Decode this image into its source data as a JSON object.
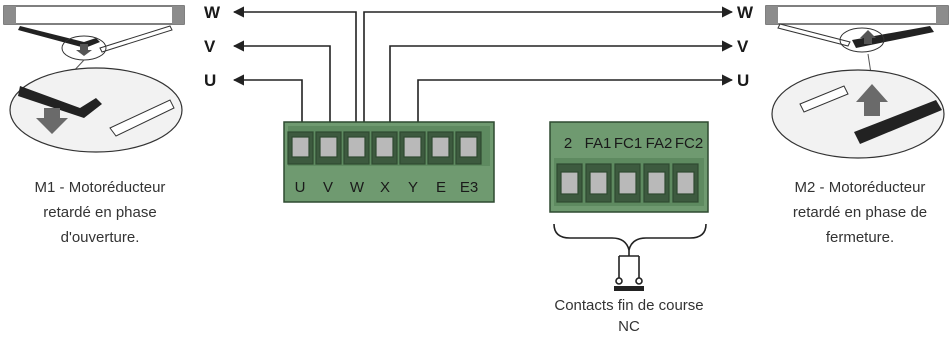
{
  "wire_labels": {
    "w": "W",
    "v": "V",
    "u": "U"
  },
  "left_terminal_block": {
    "terminals": [
      "U",
      "V",
      "W",
      "X",
      "Y",
      "E",
      "E3"
    ]
  },
  "right_terminal_block": {
    "terminals": [
      "2",
      "FA1",
      "FC1",
      "FA2",
      "FC2"
    ]
  },
  "captions": {
    "m1": [
      "M1 - Motoréducteur",
      "retardé en phase",
      "d'ouverture."
    ],
    "m2": [
      "M2 - Motoréducteur",
      "retardé en phase de",
      "fermeture."
    ],
    "contacts": [
      "Contacts fin de course",
      "NC"
    ]
  },
  "colors": {
    "terminal_green": "#6f9a70",
    "terminal_dark": "#3d5a3f",
    "wire": "#222222",
    "gate_gray": "#8c8c8c"
  }
}
